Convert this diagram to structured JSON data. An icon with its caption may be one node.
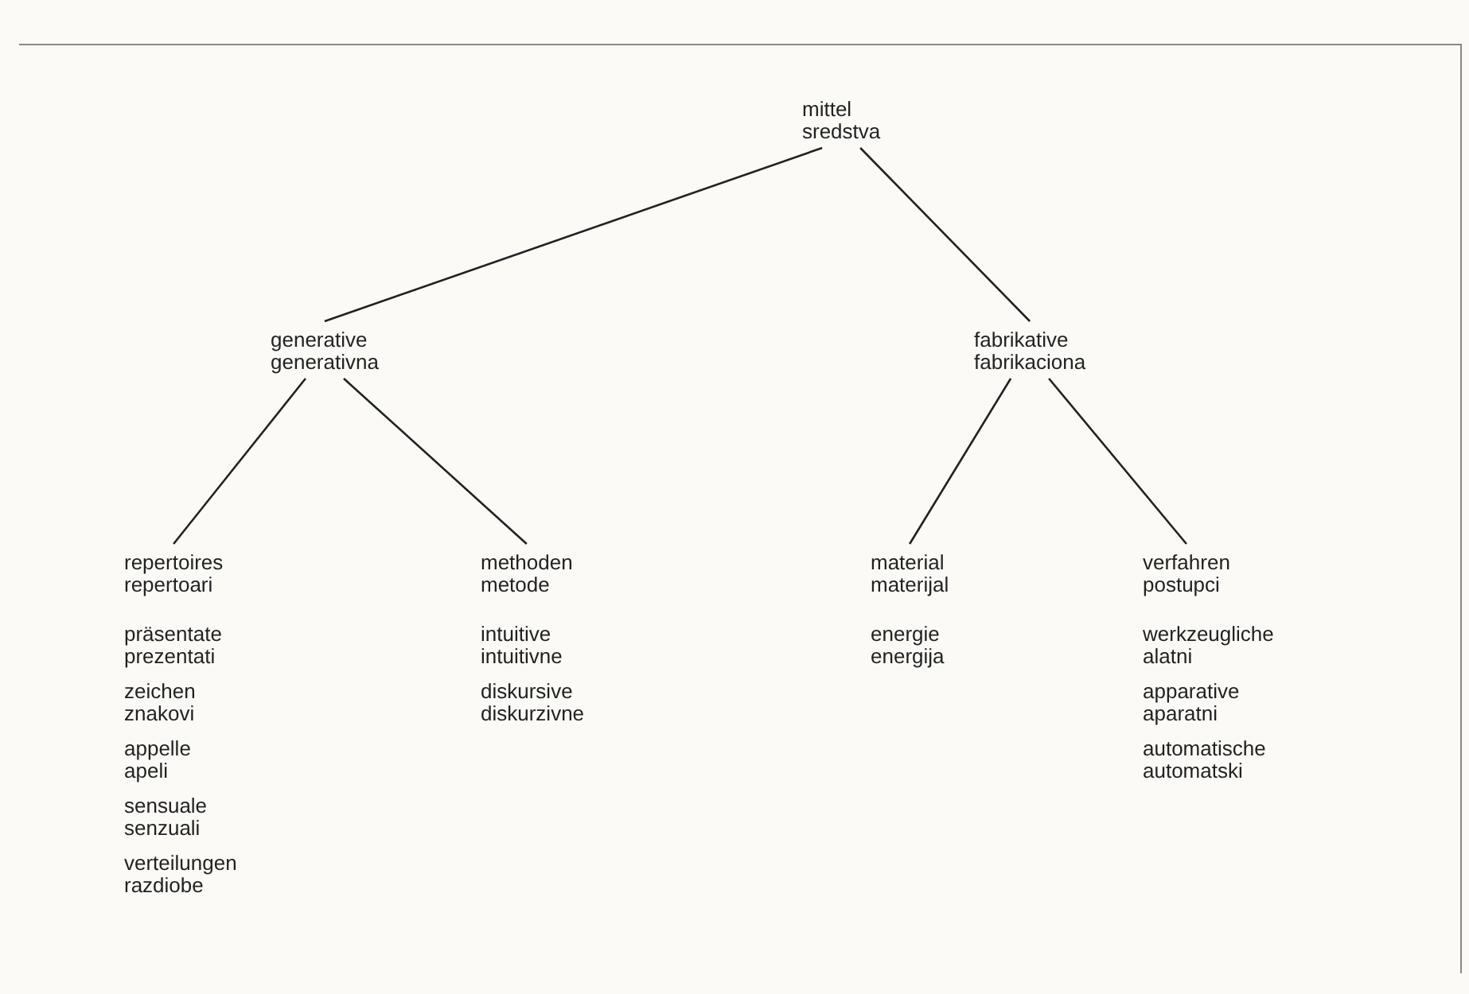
{
  "diagram": {
    "nodes": [
      {
        "text": [
          "mittel",
          "sredstva"
        ]
      },
      {
        "text": [
          "generative",
          "generativna"
        ]
      },
      {
        "text": [
          "fabrikative",
          "fabrikaciona"
        ]
      },
      {
        "text": [
          "repertoires",
          "repertoari"
        ],
        "beside": [
          "präsentate",
          "prezentati",
          "zeichen",
          "znakovi",
          "appelle",
          "apeli",
          "sensuale",
          "senzuali",
          "verteilungen",
          "razdiobe"
        ]
      },
      {
        "text": [
          "methoden",
          "metode"
        ],
        "beside": [
          "intuitive",
          "intuitivne",
          "diskursive",
          "diskurzivne"
        ]
      },
      {
        "text": [
          "material",
          "materijal"
        ],
        "beside": [
          "energie",
          "energija"
        ]
      },
      {
        "text": [
          "verfahren",
          "postupci"
        ],
        "beside": [
          "werkzeugliche",
          "alatni",
          "apparative",
          "aparatni",
          "automatische",
          "automatski"
        ]
      }
    ],
    "edges": [
      {
        "from": 0,
        "to": 1,
        "arrow": "none"
      },
      {
        "from": 0,
        "to": 2,
        "arrow": "none"
      },
      {
        "from": 1,
        "to": 3,
        "arrow": "none"
      },
      {
        "from": 1,
        "to": 4,
        "arrow": "none"
      },
      {
        "from": 2,
        "to": 5,
        "arrow": "none"
      },
      {
        "from": 2,
        "to": 6,
        "arrow": "none"
      }
    ]
  }
}
